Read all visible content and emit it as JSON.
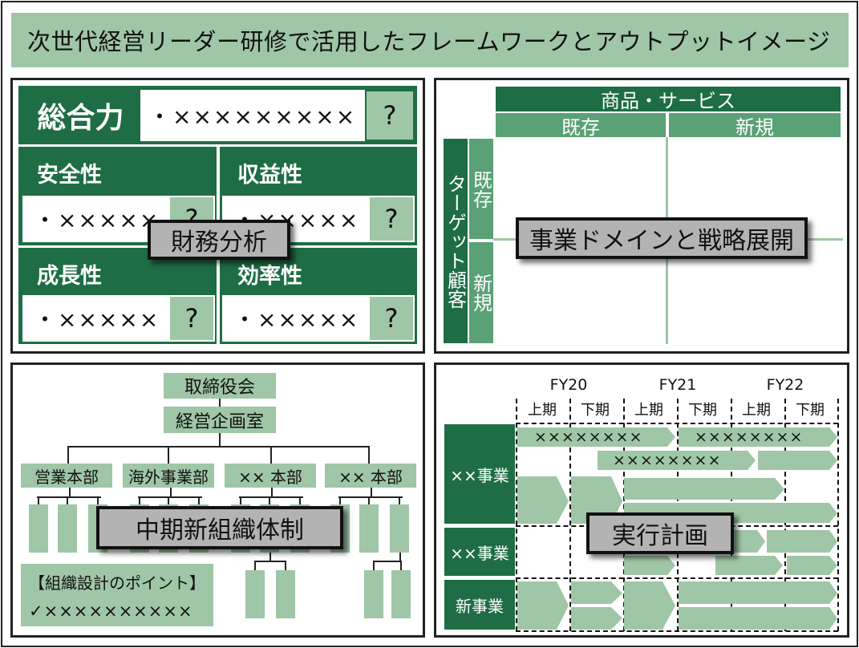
{
  "title": "次世代経営リーダー研修で活用したフレームワークとアウトプットイメージ",
  "financial": {
    "label": "財務分析",
    "total": {
      "name": "総合力",
      "text": "・×××××××××",
      "q": "?"
    },
    "safety": {
      "name": "安全性",
      "text": "・×××××",
      "q": "?"
    },
    "profit": {
      "name": "収益性",
      "text": "・×××××",
      "q": "?"
    },
    "growth": {
      "name": "成長性",
      "text": "・×××××",
      "q": "?"
    },
    "efficiency": {
      "name": "効率性",
      "text": "・×××××",
      "q": "?"
    }
  },
  "domain": {
    "label": "事業ドメインと戦略展開",
    "product_header": "商品・サービス",
    "product_existing": "既存",
    "product_new": "新規",
    "target_header": "ターゲット顧客",
    "target_existing": "既存",
    "target_new": "新規"
  },
  "org": {
    "label": "中期新組織体制",
    "board": "取締役会",
    "planning": "経営企画室",
    "depts": [
      "営業本部",
      "海外事業部",
      "×× 本部",
      "×× 本部"
    ],
    "point_title": "【組織設計のポイント】",
    "point_text": "✓××××××××××"
  },
  "plan": {
    "label": "実行計画",
    "years": [
      "FY20",
      "FY21",
      "FY22"
    ],
    "halves": [
      "上期",
      "下期",
      "上期",
      "下期",
      "上期",
      "下期"
    ],
    "rows": [
      "××事業",
      "××事業",
      "新事業"
    ],
    "bar1": "××××××××",
    "bar2": "××××××××",
    "bar3": "××××××××"
  },
  "colors": {
    "dark": "#1e6d45",
    "mid": "#5aa176",
    "light": "#9fc6a6",
    "label_gray": "#b3b3b3"
  }
}
